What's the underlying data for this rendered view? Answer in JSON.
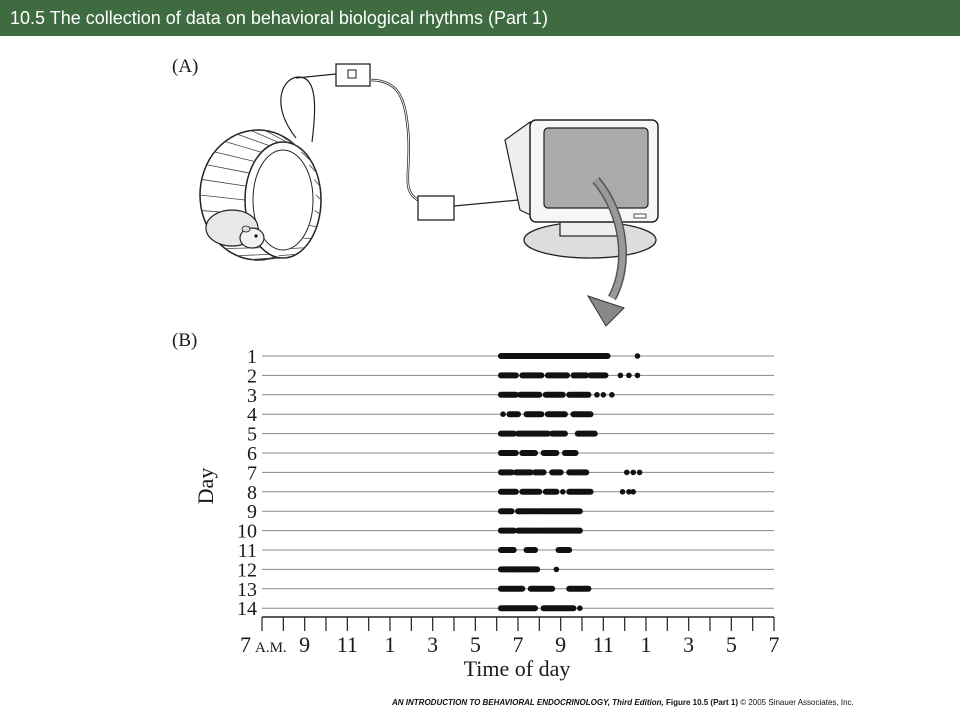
{
  "slide": {
    "title": "10.5  The collection of data on behavioral biological rhythms (Part 1)",
    "header_color": "#3e6b40"
  },
  "panels": {
    "a_label": "(A)",
    "b_label": "(B)"
  },
  "chart_data": {
    "type": "scatter",
    "ylabel": "Day",
    "xlabel": "Time of day",
    "x_tick_labels": [
      "7",
      "A.M.",
      "9",
      "11",
      "1",
      "3",
      "5",
      "7",
      "9",
      "11",
      "1",
      "3",
      "5",
      "7"
    ],
    "day_labels": [
      "1",
      "2",
      "3",
      "4",
      "5",
      "6",
      "7",
      "8",
      "9",
      "10",
      "11",
      "12",
      "13",
      "14"
    ],
    "x_unit": "hours from 7 A.M.",
    "xlim": [
      0,
      24
    ],
    "activity": [
      {
        "day": 1,
        "bouts": [
          [
            11.2,
            16.2
          ]
        ],
        "dots": [
          17.6
        ]
      },
      {
        "day": 2,
        "bouts": [
          [
            11.2,
            11.9
          ],
          [
            12.2,
            13.1
          ],
          [
            13.4,
            14.3
          ],
          [
            14.6,
            15.2
          ],
          [
            15.4,
            16.1
          ]
        ],
        "dots": [
          16.8,
          17.2,
          17.6
        ]
      },
      {
        "day": 3,
        "bouts": [
          [
            11.2,
            11.9
          ],
          [
            12.1,
            13.0
          ],
          [
            13.3,
            14.1
          ],
          [
            14.4,
            15.3
          ]
        ],
        "dots": [
          15.7,
          16.0,
          16.4
        ]
      },
      {
        "day": 4,
        "bouts": [
          [
            11.6,
            12.0
          ],
          [
            12.4,
            13.1
          ],
          [
            13.4,
            14.2
          ],
          [
            14.6,
            15.4
          ]
        ],
        "dots": [
          11.3
        ]
      },
      {
        "day": 5,
        "bouts": [
          [
            11.2,
            11.8
          ],
          [
            12.0,
            13.4
          ],
          [
            13.6,
            14.2
          ],
          [
            14.8,
            15.6
          ]
        ],
        "dots": []
      },
      {
        "day": 6,
        "bouts": [
          [
            11.2,
            11.9
          ],
          [
            12.2,
            12.8
          ],
          [
            13.2,
            13.8
          ],
          [
            14.2,
            14.7
          ]
        ],
        "dots": []
      },
      {
        "day": 7,
        "bouts": [
          [
            11.2,
            11.7
          ],
          [
            11.9,
            12.6
          ],
          [
            12.8,
            13.2
          ],
          [
            13.6,
            14.0
          ],
          [
            14.4,
            15.2
          ]
        ],
        "dots": [
          17.1,
          17.4,
          17.7
        ]
      },
      {
        "day": 8,
        "bouts": [
          [
            11.2,
            11.9
          ],
          [
            12.2,
            13.0
          ],
          [
            13.3,
            13.8
          ],
          [
            14.4,
            15.4
          ]
        ],
        "dots": [
          14.1,
          16.9,
          17.2,
          17.4
        ]
      },
      {
        "day": 9,
        "bouts": [
          [
            11.2,
            11.7
          ],
          [
            12.0,
            12.8
          ],
          [
            12.9,
            14.9
          ]
        ],
        "dots": []
      },
      {
        "day": 10,
        "bouts": [
          [
            11.2,
            11.8
          ],
          [
            12.0,
            12.8
          ],
          [
            12.9,
            14.9
          ]
        ],
        "dots": []
      },
      {
        "day": 11,
        "bouts": [
          [
            11.2,
            11.8
          ],
          [
            12.4,
            12.8
          ],
          [
            13.9,
            14.4
          ]
        ],
        "dots": []
      },
      {
        "day": 12,
        "bouts": [
          [
            11.2,
            12.0
          ],
          [
            12.0,
            12.9
          ]
        ],
        "dots": [
          13.8
        ]
      },
      {
        "day": 13,
        "bouts": [
          [
            11.2,
            12.2
          ],
          [
            12.6,
            13.6
          ],
          [
            14.4,
            15.3
          ]
        ],
        "dots": []
      },
      {
        "day": 14,
        "bouts": [
          [
            11.2,
            12.8
          ],
          [
            13.2,
            14.6
          ]
        ],
        "dots": [
          14.9
        ]
      }
    ]
  },
  "footer": {
    "book": "AN INTRODUCTION TO BEHAVIORAL ENDOCRINOLOGY, Third Edition,",
    "figure": "Figure 10.5 (Part 1)",
    "copyright": "© 2005 Sinauer Associates, Inc."
  }
}
